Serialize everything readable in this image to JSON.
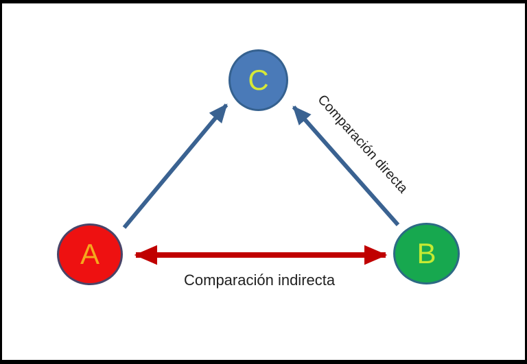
{
  "diagram": {
    "type": "node-link-triangle",
    "background": "#ffffff",
    "frame_color": "#000000",
    "nodes": [
      {
        "id": "A",
        "label": "A",
        "fill": "#ee1111",
        "stroke": "#4a4468",
        "label_color": "#f5a91d",
        "position": "bottom-left"
      },
      {
        "id": "B",
        "label": "B",
        "fill": "#17a84f",
        "stroke": "#2d6a84",
        "label_color": "#c6ea33",
        "position": "bottom-right"
      },
      {
        "id": "C",
        "label": "C",
        "fill": "#4a7ab8",
        "stroke": "#35618f",
        "label_color": "#d6e838",
        "position": "top-center"
      }
    ],
    "edges": [
      {
        "from": "A",
        "to": "C",
        "type": "directed",
        "color": "#3a6291",
        "label": ""
      },
      {
        "from": "B",
        "to": "C",
        "type": "directed",
        "color": "#3a6291",
        "label": "Comparación directa"
      },
      {
        "from": "A",
        "to": "B",
        "type": "bidirectional",
        "color": "#c00000",
        "label": "Comparación indirecta"
      }
    ]
  }
}
